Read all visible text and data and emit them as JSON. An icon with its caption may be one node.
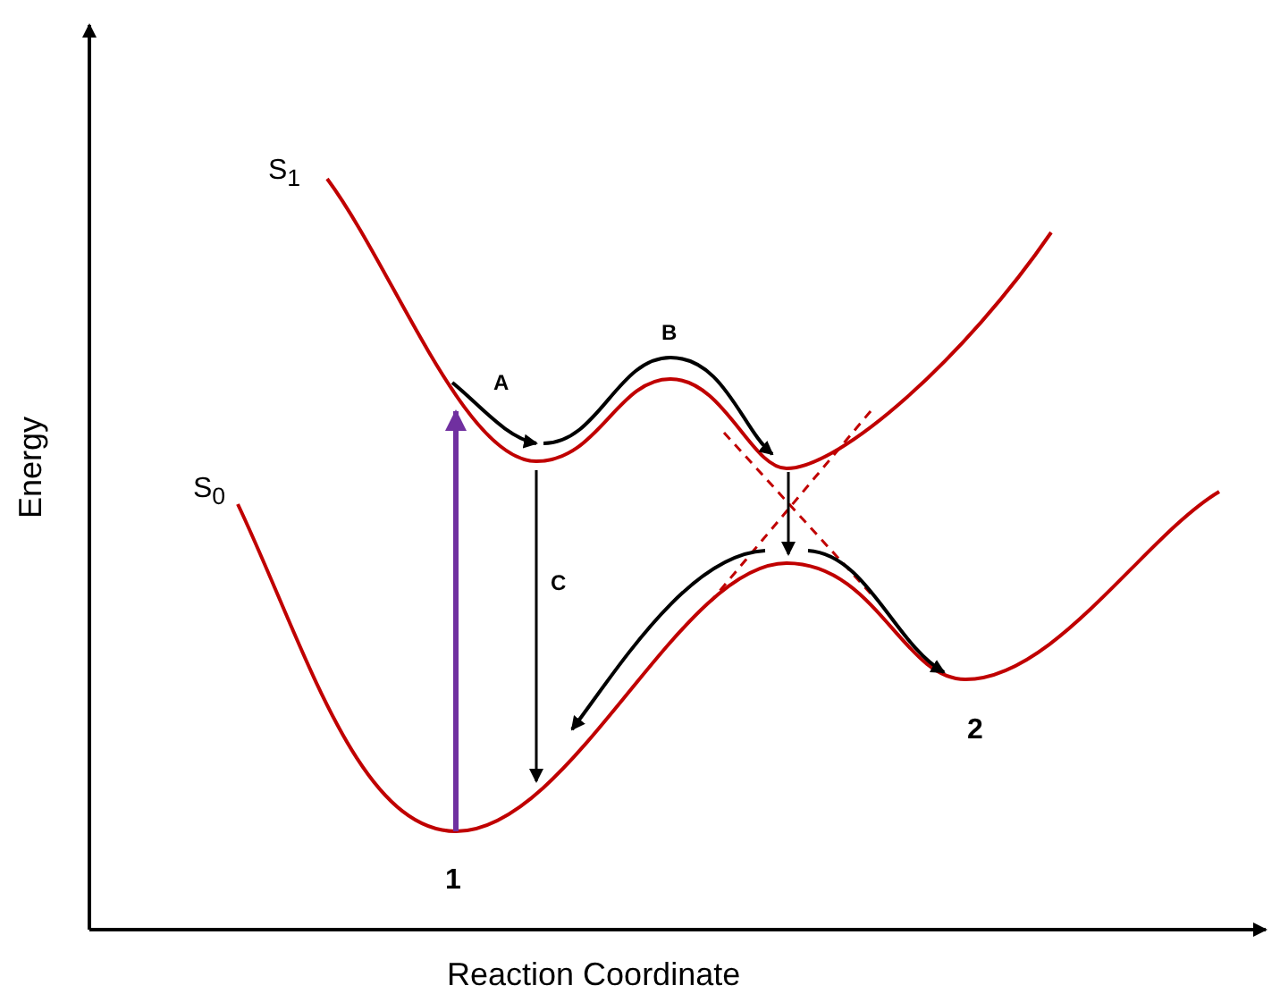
{
  "diagram": {
    "labels": [
      "Energy",
      "Reaction Coordinate",
      "S$_{1}$",
      "S$_{0}$",
      "A",
      "B",
      "C",
      "1",
      "2"
    ]
  }
}
